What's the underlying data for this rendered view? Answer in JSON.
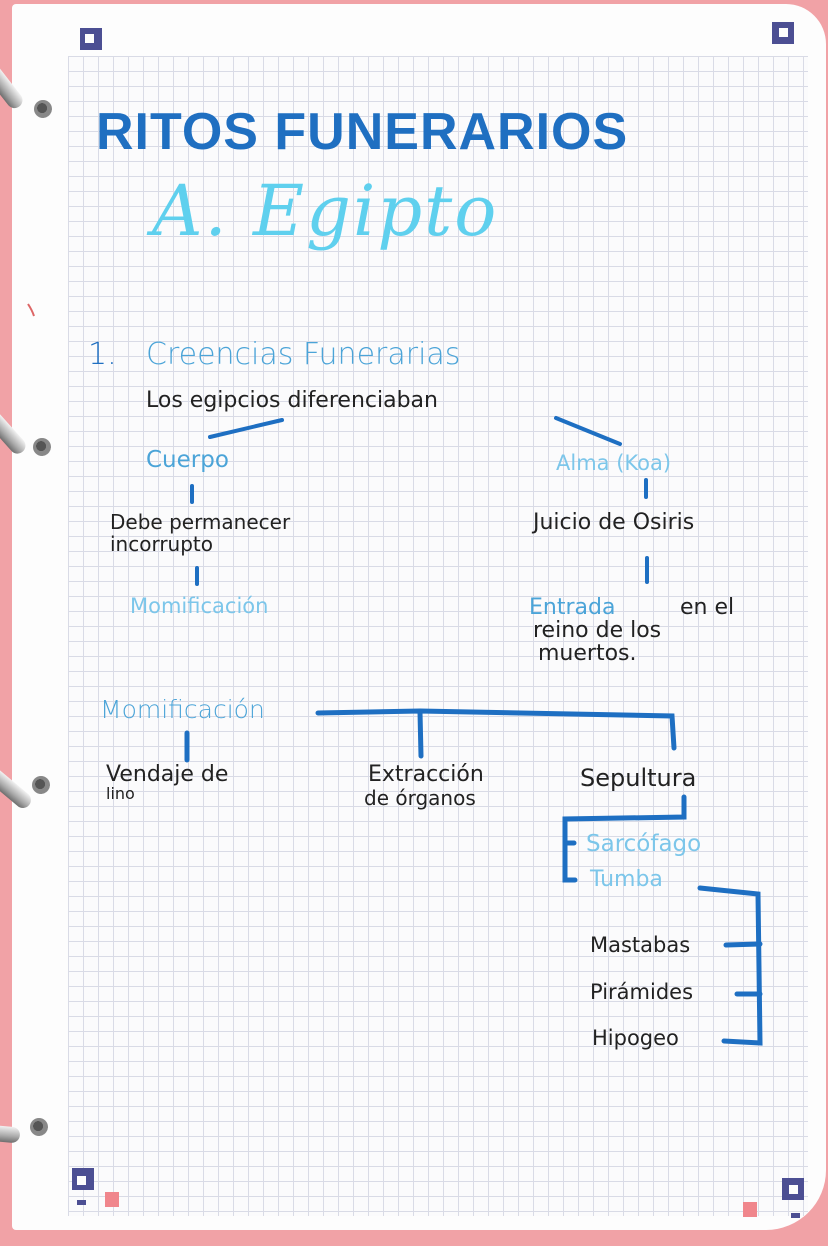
{
  "heading": {
    "title": "RITOS FUNERARIOS",
    "subtitle": "A. Egipto"
  },
  "section1": {
    "number": "1.",
    "title": "Creencias Funerarias",
    "intro": "Los egipcios diferenciaban",
    "left_branch": {
      "label": "Cuerpo",
      "step1_line1": "Debe permanecer",
      "step1_line2": "incorrupto",
      "step2": "Momificación"
    },
    "right_branch": {
      "label": "Alma (Koa)",
      "step1": "Juicio de Osiris",
      "step2_highlight": "Entrada",
      "step2_line1_rest": "en el",
      "step2_line2": "reino de los",
      "step2_line3": "muertos."
    }
  },
  "momificacion": {
    "label": "Momificación",
    "children": [
      {
        "line1": "Vendaje de",
        "line2": "lino"
      },
      {
        "line1": "Extracción",
        "line2": "de órganos"
      },
      {
        "line1": "Sepultura",
        "line2": ""
      }
    ],
    "sepultura_children": [
      "Sarcófago",
      "Tumba"
    ],
    "tumba_children": [
      "Mastabas",
      "Pirámides",
      "Hipogeo"
    ]
  },
  "colors": {
    "title_blue": "#1f6fc1",
    "subtitle_cyan": "#5fd0ee",
    "heading_light_blue": "#4ba4d8",
    "connector_blue": "#1e6fc2",
    "binder_pink": "#f1a2a6",
    "corner_navy": "#4c4f93"
  }
}
